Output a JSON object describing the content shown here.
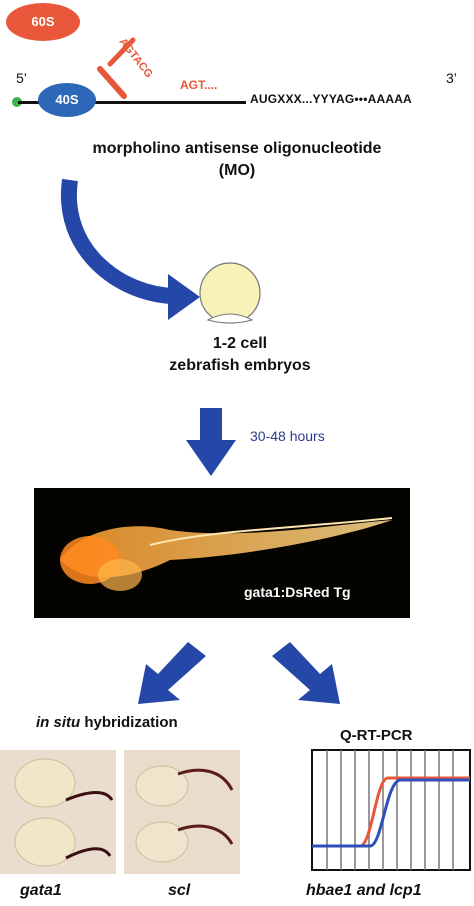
{
  "ribosome": {
    "large_subunit": "60S",
    "small_subunit": "40S"
  },
  "mrna": {
    "five_prime": "5’",
    "three_prime": "3’",
    "sequence": "AUGXXX...YYYAG•••AAAAA"
  },
  "morpholino": {
    "sequence_bound": "AGTACG",
    "sequence_next": "AGT....",
    "title": "morpholino antisense oligonucleotide",
    "abbrev": "(MO)"
  },
  "embryo": {
    "title": "1-2 cell",
    "subtitle": "zebrafish embryos"
  },
  "incubation": {
    "label": "30-48 hours"
  },
  "fluorescence": {
    "label": "gata1:DsRed Tg"
  },
  "in_situ": {
    "label_italic": "in situ",
    "label_rest": " hybridization",
    "captions": [
      "gata1",
      "scl"
    ]
  },
  "qpcr": {
    "label": "Q-RT-PCR",
    "caption": "hbae1 and lcp1"
  },
  "colors": {
    "red": "#e8573a",
    "blue": "#2d67b8",
    "arrow": "#2447a8",
    "embryo": "#f7f2b8"
  }
}
